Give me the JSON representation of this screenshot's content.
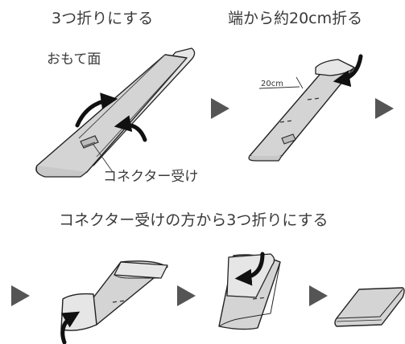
{
  "labels": {
    "step1_title": "3つ折りにする",
    "step2_title": "端から約20cm折る",
    "surface_label": "おもて面",
    "connector_label": "コネクター受け",
    "measure_label": "20cm",
    "step3_title": "コネクター受けの方から3つ折りにする"
  },
  "colors": {
    "panel_fill": "#d4d4d4",
    "panel_light": "#e6e6e6",
    "outline": "#222222",
    "arrow": "#111111",
    "step_arrow": "#555555"
  },
  "icons": [
    "curved-arrow-icon",
    "step-arrow-icon"
  ]
}
